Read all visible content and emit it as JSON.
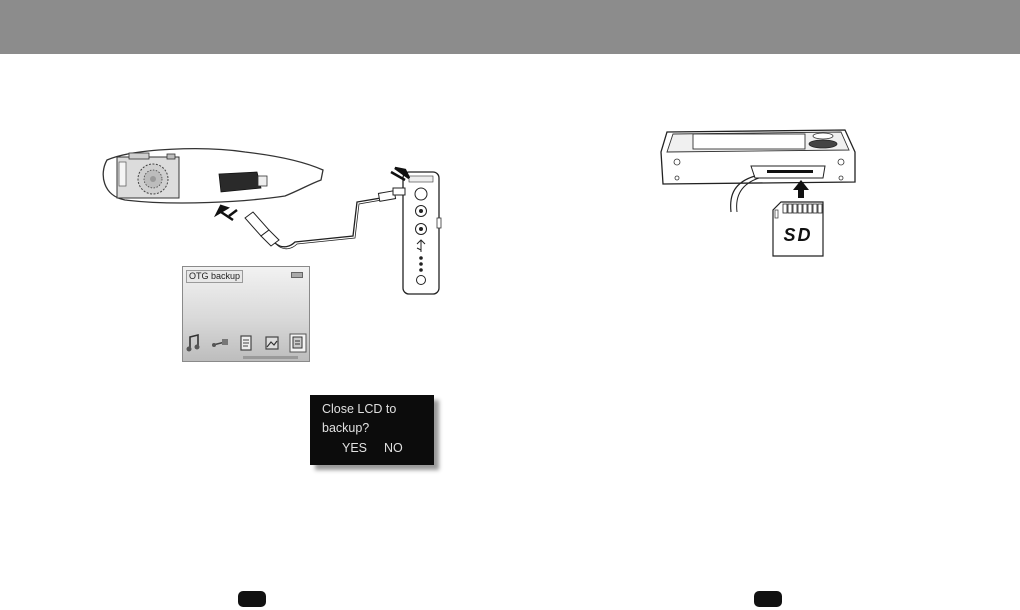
{
  "lcd": {
    "title": "OTG backup",
    "icons": [
      "music-icon",
      "usb-icon",
      "document-icon",
      "photo-icon",
      "backup-icon"
    ]
  },
  "dialog": {
    "line1": "Close LCD to",
    "line2": "backup?",
    "yes_label": "YES",
    "no_label": "NO"
  },
  "sd_card": {
    "label": "SD"
  },
  "colors": {
    "header": "#8c8c8c",
    "dialog_bg": "#0c0c0c",
    "badge": "#111111"
  }
}
